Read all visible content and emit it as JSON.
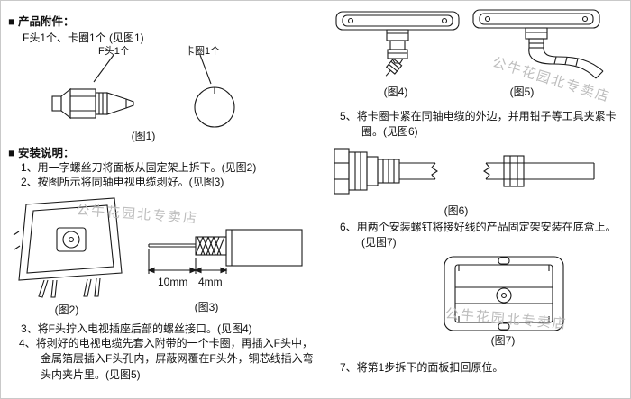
{
  "watermark": {
    "text": "公牛花园北专卖店"
  },
  "accessories": {
    "header": "■ 产品附件：",
    "line": "F头1个、卡圈1个 (见图1)",
    "f_head_label": "F头1个",
    "ring_label": "卡圈1个",
    "fig1_caption": "(图1)"
  },
  "install": {
    "header": "■ 安装说明：",
    "steps": {
      "s1": "1、用一字螺丝刀将面板从固定架上拆下。(见图2)",
      "s2": "2、按图所示将同轴电视电缆剥好。(见图3)",
      "s3": "3、将F头拧入电视插座后部的螺丝接口。(见图4)",
      "s4": "4、将剥好的电视电缆先套入附带的一个卡圈，再插入F头中，金属箔层插入F头孔内，屏蔽网覆在F头外，铜芯线插入弯头内夹片里。(见图5)",
      "s5": "5、将卡圈卡紧在同轴电缆的外边，并用钳子等工具夹紧卡圈。(见图6)",
      "s6": "6、用两个安装螺钉将接好线的产品固定架安装在底盒上。(见图7)",
      "s7": "7、将第1步拆下的面板扣回原位。"
    }
  },
  "figures": {
    "fig2_caption": "(图2)",
    "fig3_caption": "(图3)",
    "fig3_dim_10": "10mm",
    "fig3_dim_4": "4mm",
    "fig4_caption": "(图4)",
    "fig5_caption": "(图5)",
    "fig6_caption": "(图6)",
    "fig7_caption": "(图7)"
  }
}
